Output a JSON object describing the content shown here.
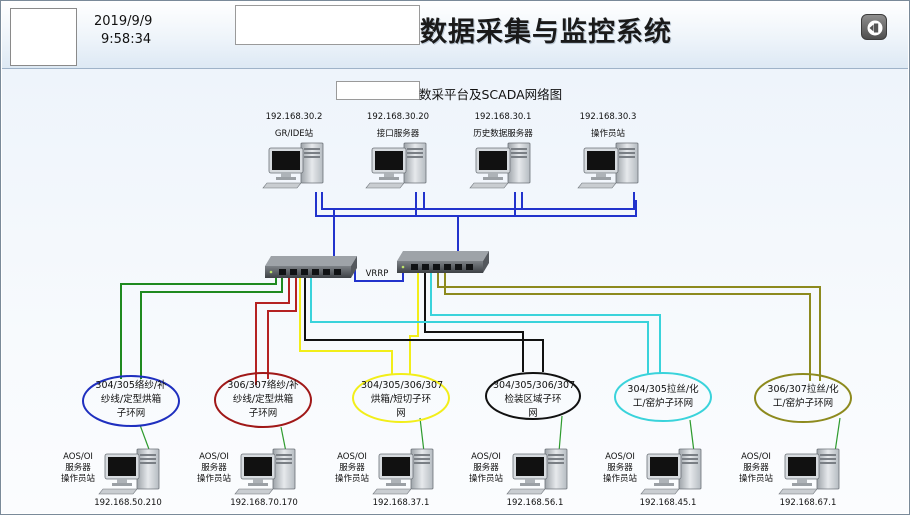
{
  "header": {
    "date": "2019/9/9",
    "time": "9:58:34",
    "system_title": "数据采集与监控系统"
  },
  "diagram": {
    "title": "数采平台及SCADA网络图",
    "vrrp_label": "VRRP",
    "servers": [
      {
        "ip": "192.168.30.2",
        "name": "GR/IDE站"
      },
      {
        "ip": "192.168.30.20",
        "name": "接口服务器"
      },
      {
        "ip": "192.168.30.1",
        "name": "历史数据服务器"
      },
      {
        "ip": "192.168.30.3",
        "name": "操作员站"
      }
    ],
    "rings": [
      {
        "line1": "304/305络纱/补",
        "line2": "纱线/定型烘箱",
        "line3": "子环网",
        "color": "#1f2fbf"
      },
      {
        "line1": "306/307络纱/补",
        "line2": "纱线/定型烘箱",
        "line3": "子环网",
        "color": "#a01818"
      },
      {
        "line1": "304/305/306/307",
        "line2": "烘箱/短切子环",
        "line3": "网",
        "color": "#f2ee1a"
      },
      {
        "line1": "304/305/306/307",
        "line2": "检装区域子环",
        "line3": "网",
        "color": "#111111"
      },
      {
        "line1": "304/305拉丝/化",
        "line2": "工/窑炉子环网",
        "line3": "",
        "color": "#3ad3db"
      },
      {
        "line1": "306/307拉丝/化",
        "line2": "工/窑炉子环网",
        "line3": "",
        "color": "#8d8a1e"
      }
    ],
    "workstation_label": {
      "line1": "AOS/OI",
      "line2": "服务器",
      "line3": "操作员站"
    },
    "workstation_ips": [
      "192.168.50.210",
      "192.168.70.170",
      "192.168.37.1",
      "192.168.56.1",
      "192.168.45.1",
      "192.168.67.1"
    ],
    "colors": {
      "backbone": "#2233cc",
      "green": "#1f8a1f",
      "ring_link": "#2e9b2e"
    }
  }
}
